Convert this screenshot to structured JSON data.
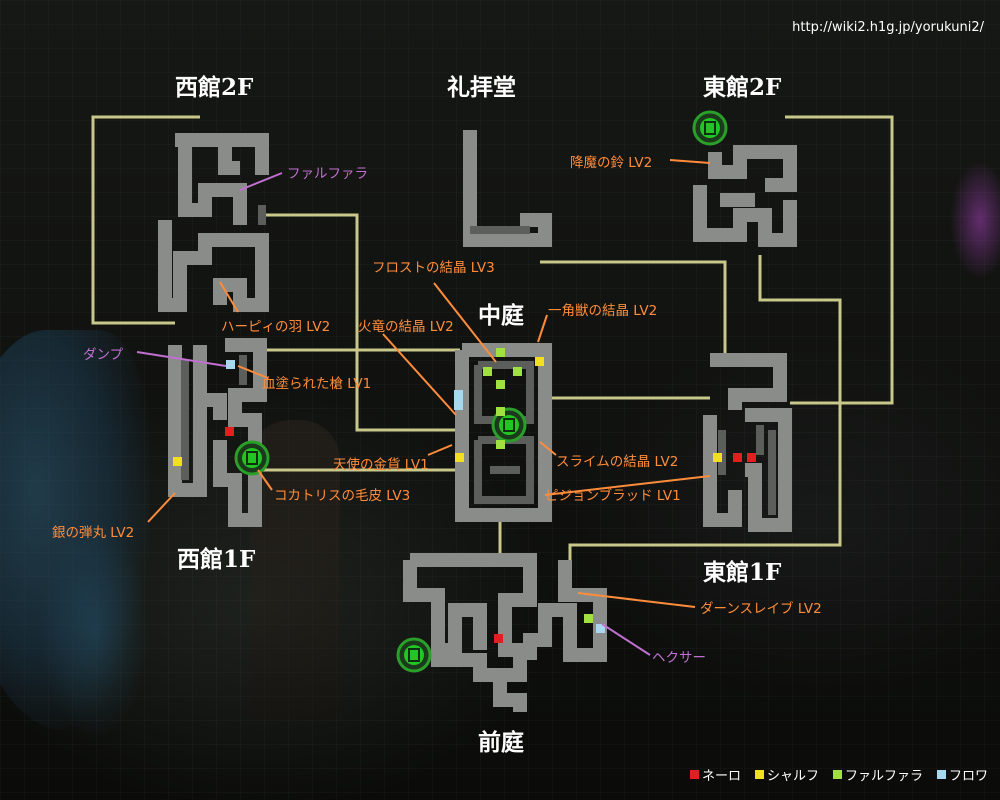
{
  "url": "http://wiki2.h1g.jp/yorukuni2/",
  "colors": {
    "nero": "#e02020",
    "sharf": "#f0e020",
    "falfara": "#a0e040",
    "flow": "#a8d8f0",
    "label_orange": "#ff8c3a",
    "label_purple": "#c070d0",
    "route": "#c8c88a"
  },
  "rooms": {
    "west_2f": "西館2F",
    "chapel": "礼拝堂",
    "east_2f": "東館2F",
    "courtyard": "中庭",
    "west_1f": "西館1F",
    "east_1f": "東館1F",
    "front_garden": "前庭"
  },
  "items": {
    "falfara": "ファルファラ",
    "harpy": "ハーピィの羽 LV2",
    "dump": "ダンプ",
    "blood_spear": "血塗られた槍 LV1",
    "silver_bullet": "銀の弾丸 LV2",
    "cockatrice": "コカトリスの毛皮 LV3",
    "frost": "フロストの結晶 LV3",
    "dragon": "火竜の結晶 LV2",
    "unicorn": "一角獣の結晶 LV2",
    "angel_coin": "天使の金貨 LV1",
    "slime": "スライムの結晶 LV2",
    "pigeon": "ピジョンブラッド LV1",
    "bell": "降魔の鈴 LV2",
    "dansleif": "ダーンスレイブ LV2",
    "hexer": "ヘクサー"
  },
  "legend": [
    {
      "label": "ネーロ",
      "color": "#e02020"
    },
    {
      "label": "シャルフ",
      "color": "#f0e020"
    },
    {
      "label": "ファルファラ",
      "color": "#a0e040"
    },
    {
      "label": "フロワ",
      "color": "#a8d8f0"
    }
  ]
}
